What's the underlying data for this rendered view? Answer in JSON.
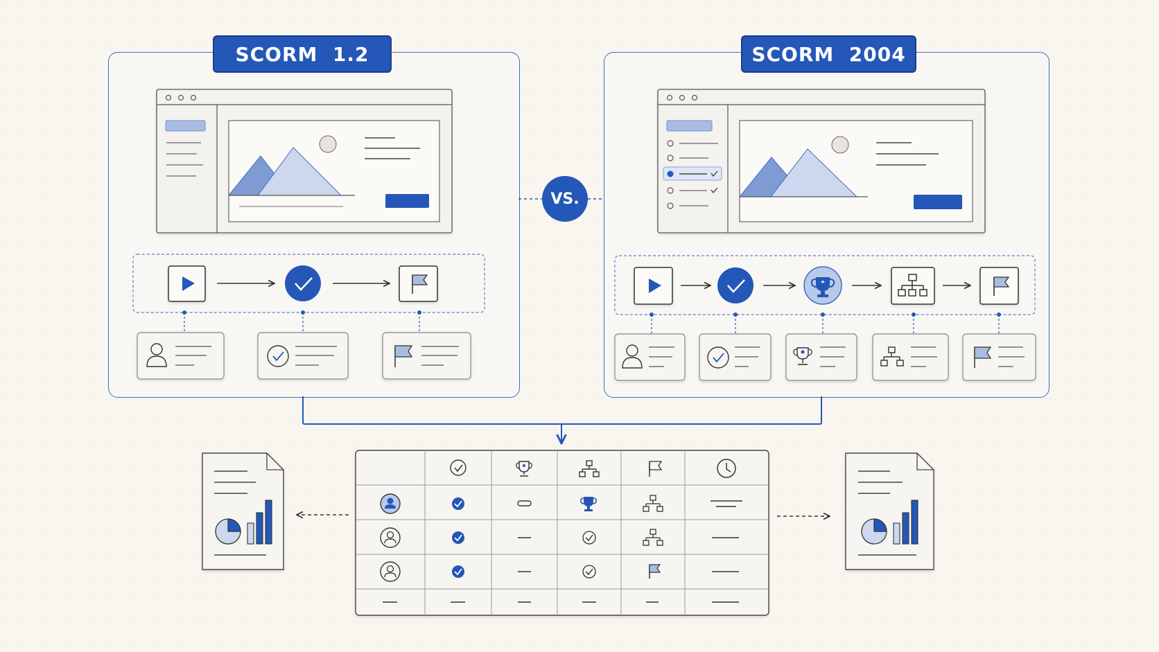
{
  "left": {
    "title": "SCORM  1.2"
  },
  "right": {
    "title": "SCORM  2004"
  },
  "vs_label": "VS.",
  "colors": {
    "accent": "#2457b8",
    "line": "#3d6cc4",
    "light_fill": "#a9bde3",
    "stroke": "#4a4a4a"
  },
  "left_flow_icons": [
    "play-icon",
    "check-icon",
    "flag-icon"
  ],
  "right_flow_icons": [
    "play-icon",
    "check-icon",
    "trophy-icon",
    "hierarchy-icon",
    "flag-icon"
  ],
  "table": {
    "header_icons": [
      "check-icon",
      "trophy-icon",
      "hierarchy-icon",
      "flag-icon",
      "clock-icon"
    ],
    "rows": [
      [
        "user-icon-filled",
        "check-filled",
        "dash-pill",
        "trophy-filled",
        "hierarchy",
        "dash-long"
      ],
      [
        "user-icon",
        "check-filled",
        "dash",
        "check-outline",
        "hierarchy",
        "dash-long"
      ],
      [
        "user-icon",
        "check-filled",
        "dash",
        "check-outline",
        "flag",
        "dash-long"
      ],
      [
        "dash",
        "dash",
        "dash",
        "dash",
        "dash",
        "dash"
      ]
    ]
  },
  "report_icons": [
    "report-document-icon",
    "report-document-icon"
  ]
}
